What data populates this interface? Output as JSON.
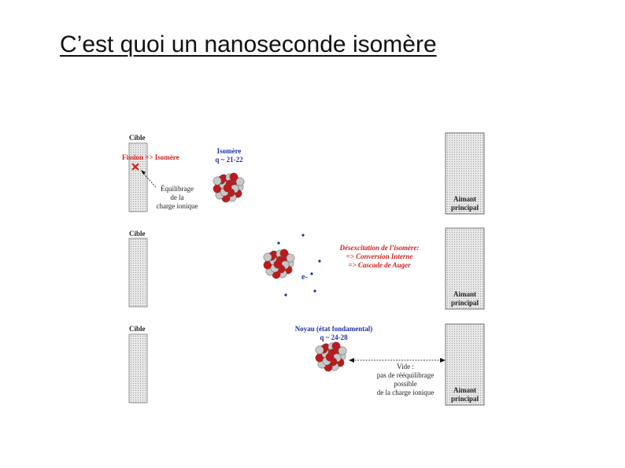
{
  "slide": {
    "title": "C’est quoi un nanoseconde isomère"
  },
  "panel1": {
    "target_label": "Cible",
    "fission_label": "Fission",
    "arrow_isomere": "=> Isomère",
    "equilibrage_lines": [
      "Équilibrage",
      "de la",
      "charge ionique"
    ],
    "isomer_title": "Isomère",
    "isomer_q": "q ~ 21-22",
    "magnet_lines": [
      "Aimant",
      "principal"
    ]
  },
  "panel2": {
    "target_label": "Cible",
    "desexcitation_title": "Désexcitation de l’isomère:",
    "conversion_label": "=> Conversion Interne",
    "auger_label": "=> Cascade de Auger",
    "electron_label": "e-",
    "magnet_lines": [
      "Aimant",
      "principal"
    ]
  },
  "panel3": {
    "target_label": "Cible",
    "noyau_title": "Noyau (état fondamental)",
    "noyau_q": "q ~ 24-28",
    "vide_lines": [
      "Vide :",
      "pas de rééquilibrage",
      "possible",
      "de la charge ionique"
    ],
    "magnet_lines": [
      "Aimant",
      "principal"
    ]
  },
  "colors": {
    "nucleus_red": "#c0181c",
    "nucleus_grey": "#c8c8c8",
    "electron_blue": "#1f2fa8",
    "label_red": "#d21e1e",
    "label_blue": "#1f2fa8"
  }
}
